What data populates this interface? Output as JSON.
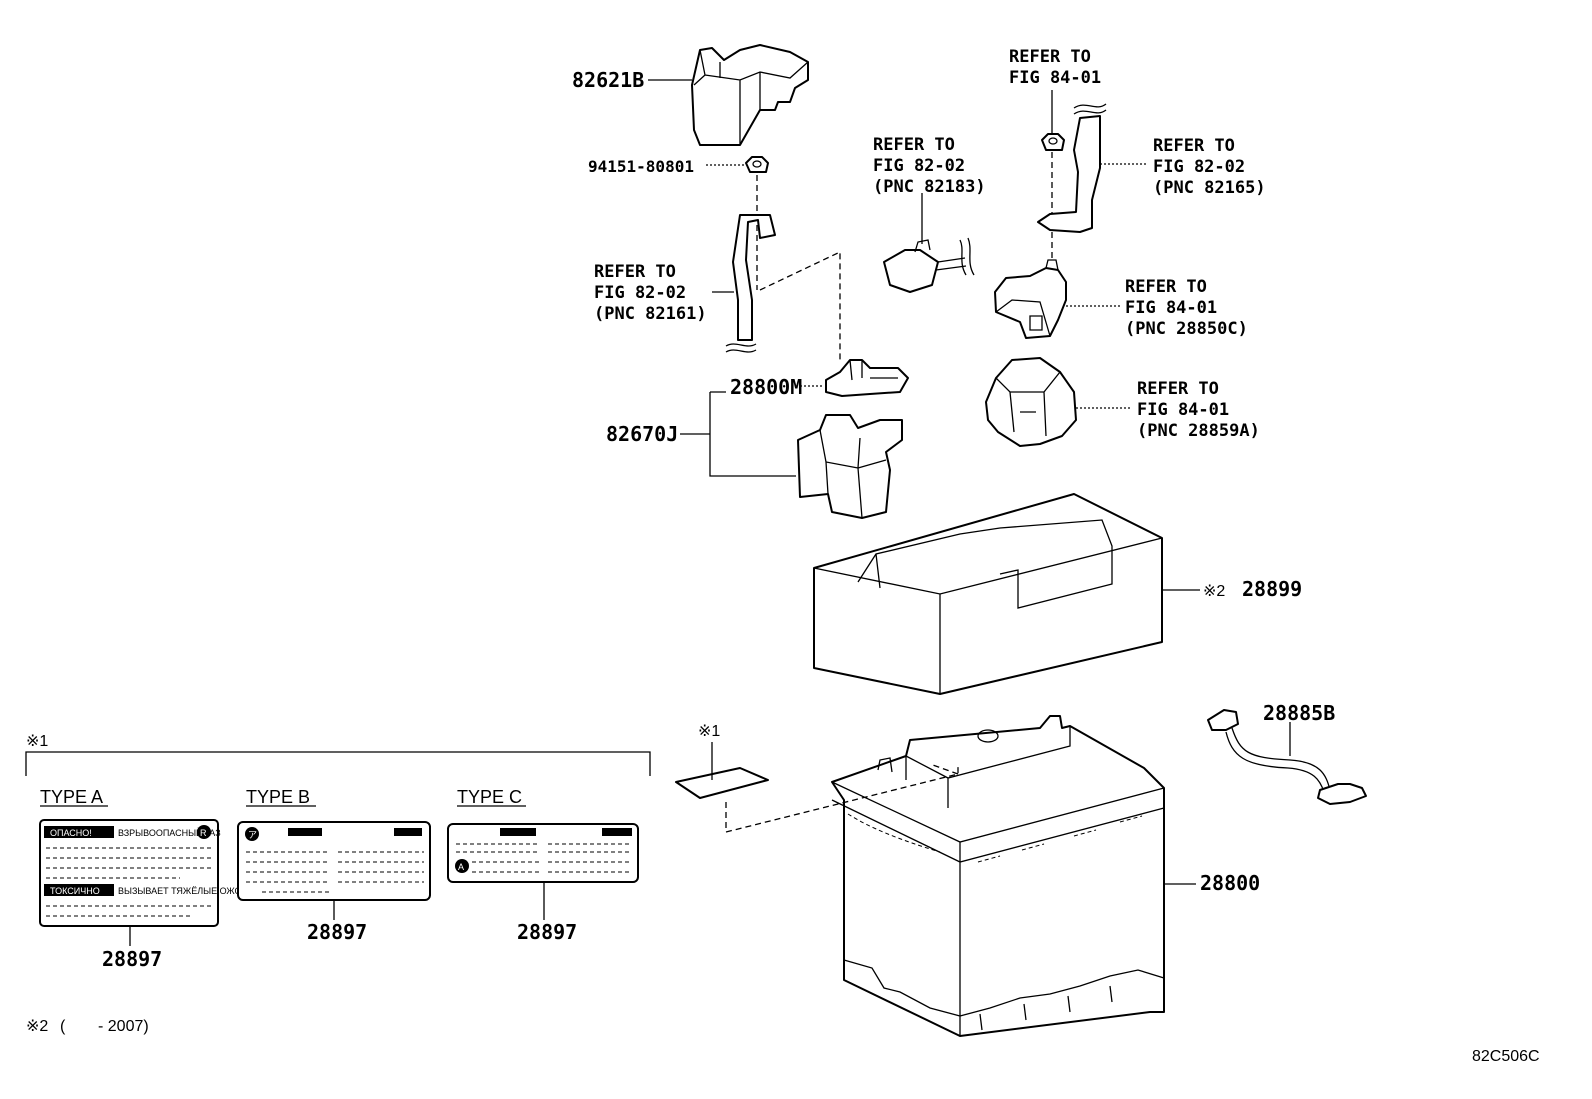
{
  "parts": {
    "terminal_cover": "82621B",
    "nut": "94151-80801",
    "clamp": "28800M",
    "bracket": "82670J",
    "cover": "28899",
    "cover_mark": "※2",
    "vent_hose": "28885B",
    "battery": "28800",
    "note1_mark": "※1"
  },
  "refs": {
    "cable_neg": [
      "REFER TO",
      "FIG 82-02",
      "(PNC 82161)"
    ],
    "sensor_cable": [
      "REFER TO",
      "FIG 82-02",
      "(PNC 82183)"
    ],
    "top_fig": [
      "REFER TO",
      "FIG 84-01"
    ],
    "cable_pos": [
      "REFER TO",
      "FIG 82-02",
      "(PNC 82165)"
    ],
    "terminal_pos": [
      "REFER TO",
      "FIG 84-01",
      "(PNC 28850C)"
    ],
    "terminal_cover_pos": [
      "REFER TO",
      "FIG 84-01",
      "(PNC 28859A)"
    ]
  },
  "labels_section": {
    "mark": "※1",
    "type_a": {
      "title": "TYPE A",
      "part": "28897",
      "warning1": "ОПАСНО!",
      "text1": "ВЗРЫВООПАСНЫЙ ГАЗ",
      "badge": "R",
      "warning2": "ТОКСИЧНО",
      "text2": "ВЫЗЫВАЕТ ТЯЖЁЛЫЕ ОЖОГИ"
    },
    "type_b": {
      "title": "TYPE B",
      "part": "28897",
      "badge": "ア"
    },
    "type_c": {
      "title": "TYPE C",
      "part": "28897",
      "badge": "A"
    }
  },
  "footnote": {
    "mark": "※2",
    "open": "(",
    "range": "- 2007)"
  },
  "figure_code": "82C506C"
}
